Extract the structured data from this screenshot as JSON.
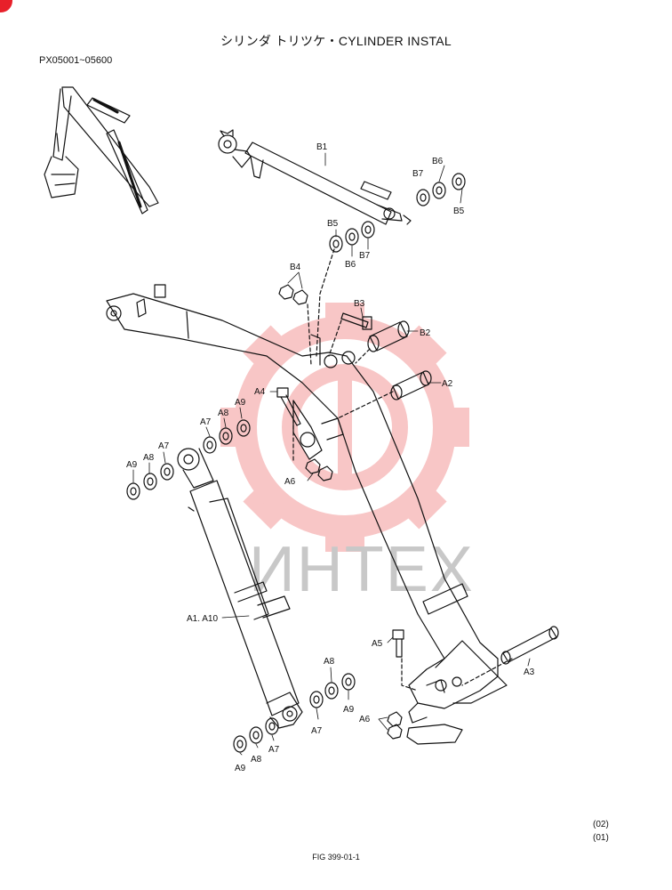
{
  "header": {
    "title": "シリンダ トリツケ・CYLINDER INSTAL",
    "serial_range": "PX05001~05600"
  },
  "watermark": {
    "text": "ИНТЕХ",
    "gear_color": "#f4a6a6",
    "text_color": "#c8c8c8"
  },
  "footer": {
    "revision_1": "(02)",
    "revision_2": "(01)",
    "figure_ref": "FIG 399-01-1"
  },
  "callouts": {
    "B1": "B1",
    "B2": "B2",
    "B3": "B3",
    "B4": "B4",
    "B5_upper": "B5",
    "B6_upper": "B6",
    "B7_upper": "B7",
    "B5_lower": "B5",
    "B6_lower": "B6",
    "B7_lower": "B7",
    "A1_A10": "A1. A10",
    "A2": "A2",
    "A3": "A3",
    "A4": "A4",
    "A5": "A5",
    "A6_upper": "A6",
    "A6_lower": "A6",
    "A7_top": "A7",
    "A8_top": "A8",
    "A9_top": "A9",
    "A7_left": "A7",
    "A8_left": "A8",
    "A9_left": "A9",
    "A7_right": "A7",
    "A8_right": "A8",
    "A9_right": "A9",
    "A7_bottom": "A7",
    "A8_bottom": "A8",
    "A9_bottom": "A9"
  },
  "colors": {
    "line": "#111111",
    "corner_mark": "#e8202a"
  }
}
